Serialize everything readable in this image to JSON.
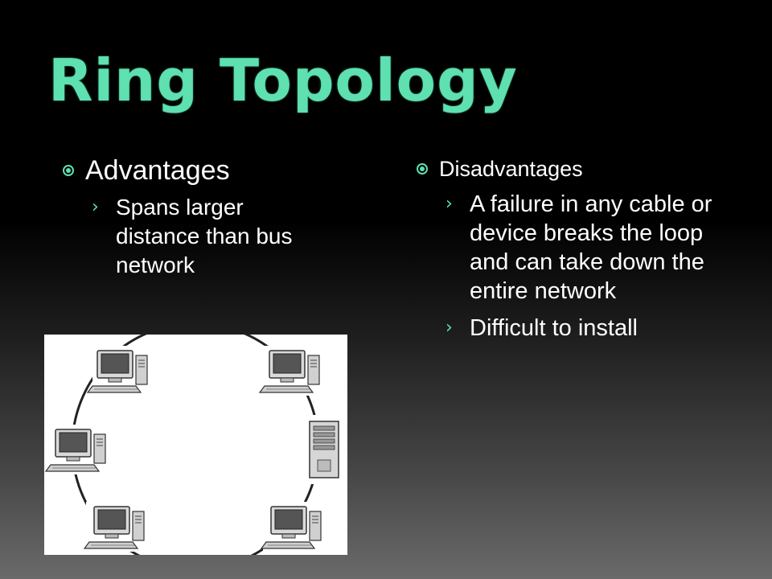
{
  "slide": {
    "title": "Ring Topology",
    "accent_color": "#5ee0b0",
    "bullet_icon": "circle-dot-icon",
    "sub_bullet_icon": "chevron-right-icon"
  },
  "advantages": {
    "heading": "Advantages",
    "items": [
      "Spans larger distance than bus network"
    ]
  },
  "disadvantages": {
    "heading": "Disadvantages",
    "items": [
      "A failure in any cable or device breaks the loop and can take down the entire network",
      "Difficult to install"
    ]
  },
  "diagram": {
    "type": "ring-network-illustration",
    "nodes": [
      "computer-icon",
      "computer-icon",
      "computer-icon",
      "server-icon",
      "computer-icon",
      "computer-icon"
    ]
  }
}
